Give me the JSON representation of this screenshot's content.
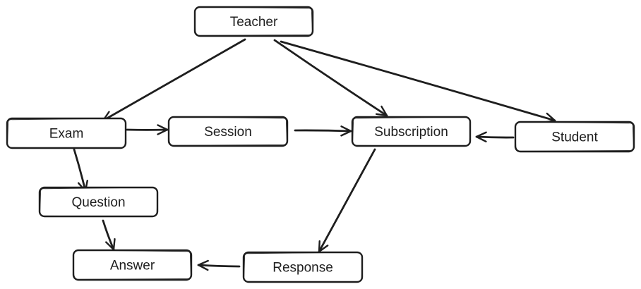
{
  "diagram": {
    "nodes": [
      {
        "id": "teacher",
        "label": "Teacher"
      },
      {
        "id": "exam",
        "label": "Exam"
      },
      {
        "id": "session",
        "label": "Session"
      },
      {
        "id": "subscription",
        "label": "Subscription"
      },
      {
        "id": "student",
        "label": "Student"
      },
      {
        "id": "question",
        "label": "Question"
      },
      {
        "id": "answer",
        "label": "Answer"
      },
      {
        "id": "response",
        "label": "Response"
      }
    ],
    "edges": [
      {
        "from": "teacher",
        "to": "exam"
      },
      {
        "from": "teacher",
        "to": "subscription"
      },
      {
        "from": "teacher",
        "to": "student"
      },
      {
        "from": "exam",
        "to": "session"
      },
      {
        "from": "session",
        "to": "subscription"
      },
      {
        "from": "student",
        "to": "subscription"
      },
      {
        "from": "exam",
        "to": "question"
      },
      {
        "from": "question",
        "to": "answer"
      },
      {
        "from": "subscription",
        "to": "response"
      },
      {
        "from": "response",
        "to": "answer"
      }
    ],
    "colors": {
      "stroke": "#1e1e1e",
      "background": "#ffffff"
    }
  }
}
